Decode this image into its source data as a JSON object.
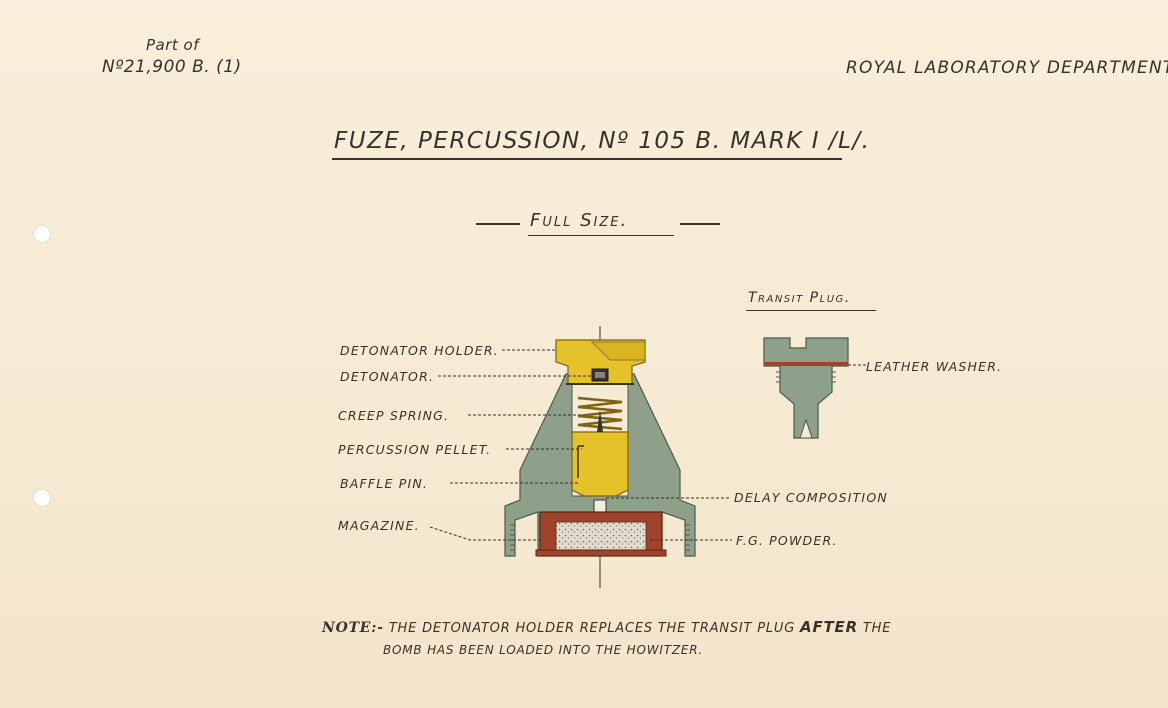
{
  "header": {
    "reference_line1": "Part of",
    "reference_line2": "Nº21,900 B. (1)",
    "department": "ROYAL LABORATORY DEPARTMENT."
  },
  "title": "FUZE, PERCUSSION, Nº 105 B. MARK I /L/.",
  "scale_note": "Full Size.",
  "transit_plug": {
    "heading": "Transit Plug.",
    "labels": [
      "LEATHER WASHER."
    ]
  },
  "labels": {
    "detonator_holder": "DETONATOR HOLDER.",
    "detonator": "DETONATOR.",
    "creep_spring": "CREEP SPRING.",
    "percussion_pellet": "PERCUSSION PELLET.",
    "baffle_pin": "BAFFLE PIN.",
    "magazine": "MAGAZINE.",
    "delay_composition": "DELAY COMPOSITION",
    "fg_powder": "F.G. POWDER."
  },
  "note": {
    "label": "NOTE:-",
    "text_before": "THE DETONATOR HOLDER REPLACES THE TRANSIT PLUG",
    "emphasis": "AFTER",
    "text_after": "THE",
    "line2": "BOMB HAS BEEN LOADED INTO THE HOWITZER."
  },
  "colors": {
    "body_grey_green": "#8fa08a",
    "brass_yellow": "#e5c22a",
    "magazine_red": "#a0432c",
    "powder_speckle": "#d9d2c4",
    "ink": "#3a3128",
    "paper": "#f7ecd8"
  }
}
